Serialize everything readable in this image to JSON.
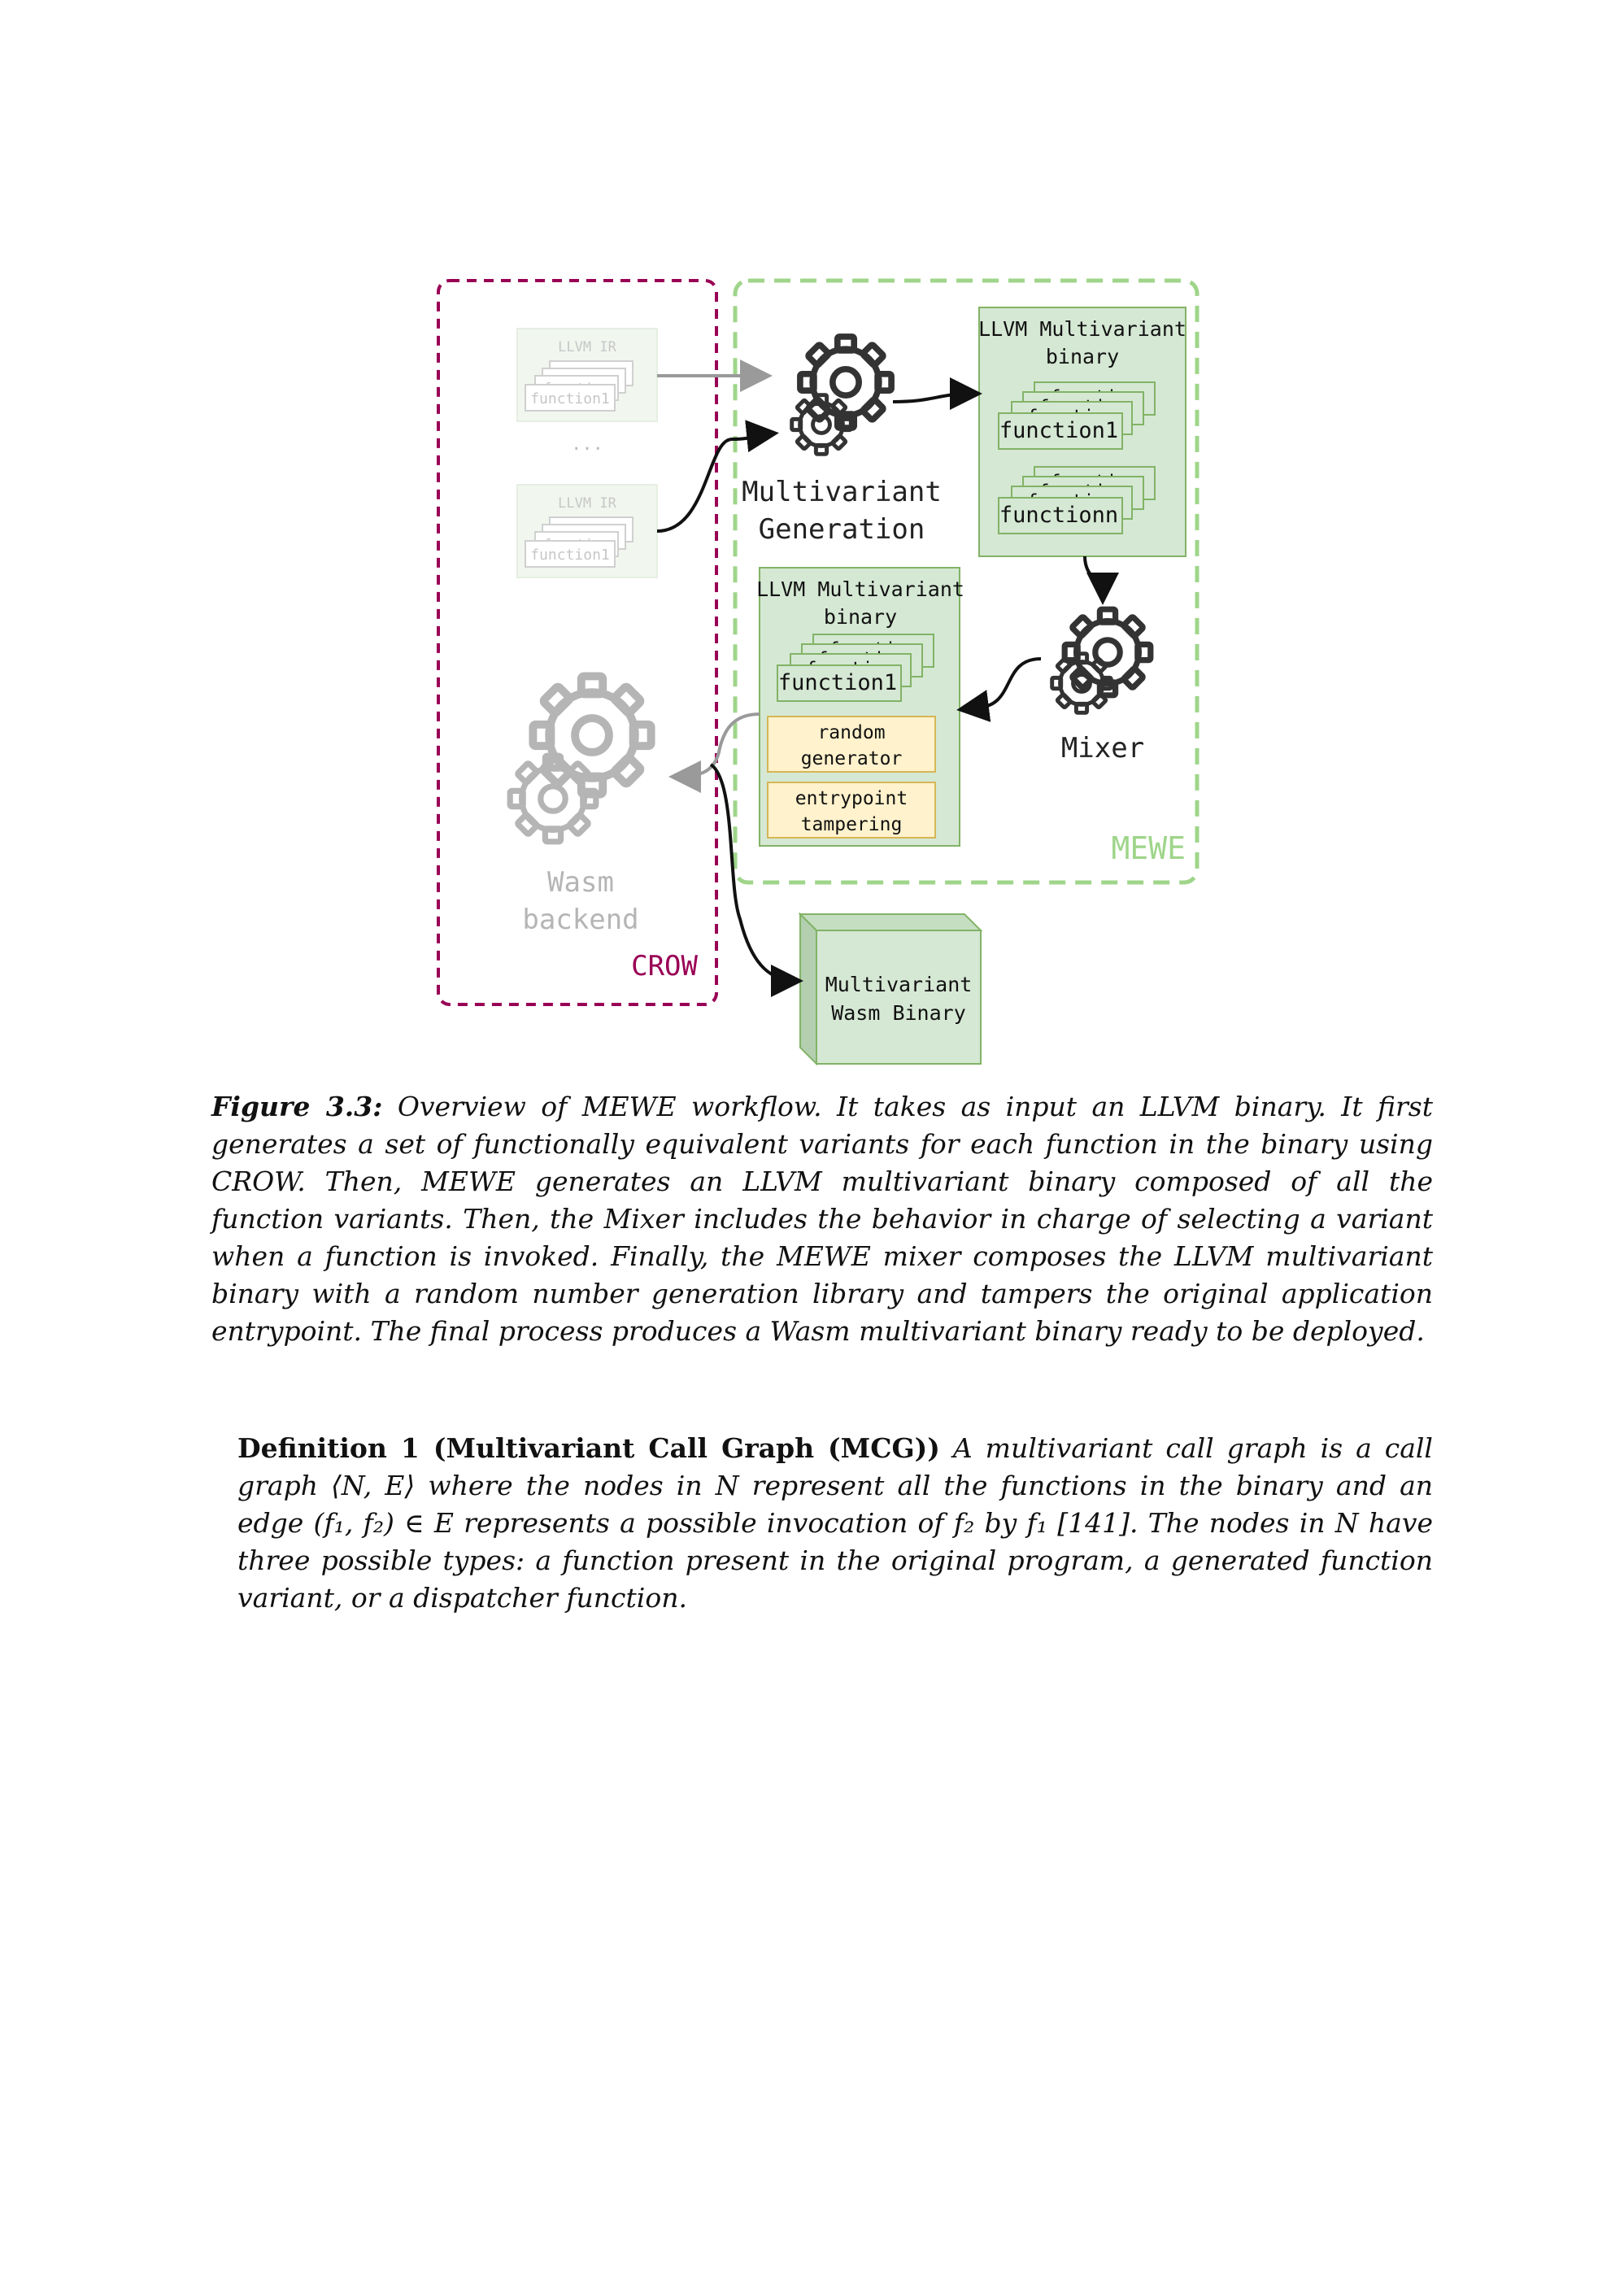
{
  "figure": {
    "crow_label": "CROW",
    "mewe_label": "MEWE",
    "llvm_ir_1": {
      "title": "LLVM IR",
      "functions": [
        "function",
        "function",
        "function",
        "function1"
      ]
    },
    "ellipsis": "...",
    "llvm_ir_2": {
      "title": "LLVM IR",
      "functions": [
        "function",
        "function",
        "function",
        "function1"
      ]
    },
    "multivariant_generation": [
      "Multivariant",
      "Generation"
    ],
    "binary_top": {
      "title": [
        "LLVM Multivariant",
        "binary"
      ],
      "group1": [
        "function",
        "function",
        "function",
        "function1"
      ],
      "group2": [
        "function",
        "function",
        "function",
        "functionn"
      ]
    },
    "mixer": "Mixer",
    "binary_mid": {
      "title": [
        "LLVM Multivariant",
        "binary"
      ],
      "functions": [
        "function",
        "function",
        "function",
        "function1"
      ],
      "random_generator": [
        "random",
        "generator"
      ],
      "entrypoint_tampering": [
        "entrypoint",
        "tampering"
      ]
    },
    "wasm_backend": [
      "Wasm",
      "backend"
    ],
    "wasm_binary": [
      "Multivariant",
      "Wasm Binary"
    ]
  },
  "caption": {
    "lead": "Figure 3.3:",
    "text": "Overview of MEWE workflow. It takes as input an LLVM binary. It first generates a set of functionally equivalent variants for each function in the binary using CROW. Then, MEWE generates an LLVM multivariant binary composed of all the function variants. Then, the Mixer includes the behavior in charge of selecting a variant when a function is invoked. Finally, the MEWE mixer composes the LLVM multivariant binary with a random number generation library and tampers the original application entrypoint. The final process produces a Wasm multivariant binary ready to be deployed."
  },
  "definition": {
    "heading": "Definition 1 (Multivariant Call Graph (MCG))",
    "text": "A multivariant call graph is a call graph ⟨N, E⟩ where the nodes in N represent all the functions in the binary and an edge (f₁, f₂) ∈ E represents a possible invocation of f₂ by f₁ [141]. The nodes in N have three possible types: a function present in the original program, a generated function variant, or a dispatcher function."
  },
  "colors": {
    "crow": "#990055",
    "mewe": "#9fd58a",
    "green_fill": "#d5e8d4",
    "green_stroke": "#82b366",
    "yellow_fill": "#fff2cc",
    "yellow_stroke": "#d6b656",
    "faded": "#b5b5b5"
  }
}
